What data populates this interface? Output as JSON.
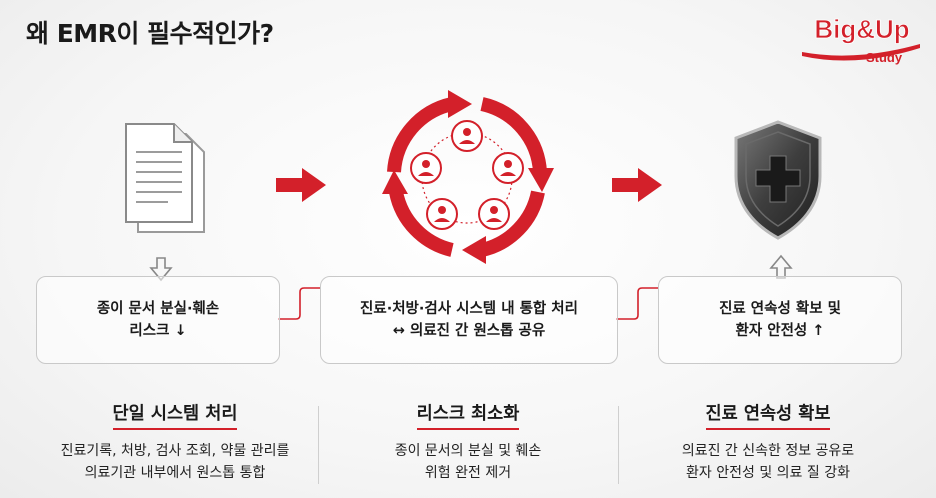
{
  "title": "왜 EMR이 필수적인가?",
  "logo": {
    "line1": "Big&Up",
    "line2": "Study"
  },
  "colors": {
    "accent": "#d3202a",
    "text": "#1a1a1a",
    "border": "#c9c9c9"
  },
  "icons": {
    "left": "documents-icon",
    "center": "staff-cycle-icon",
    "right": "shield-cross-icon"
  },
  "cards": {
    "left": {
      "line1": "종이 문서 분실·훼손",
      "line2": "리스크 ↓"
    },
    "mid": {
      "line1": "진료·처방·검사 시스템 내 통합 처리",
      "line2": "↔ 의료진 간 원스톱 공유"
    },
    "right": {
      "line1": "진료 연속성 확보 및",
      "line2": "환자 안전성 ↑"
    }
  },
  "columns": [
    {
      "heading": "단일 시스템 처리",
      "line1": "진료기록, 처방, 검사 조회, 약물 관리를",
      "line2": "의료기관 내부에서 원스톱 통합"
    },
    {
      "heading": "리스크 최소화",
      "line1": "종이 문서의 분실 및 훼손",
      "line2": "위험 완전 제거"
    },
    {
      "heading": "진료 연속성 확보",
      "line1": "의료진 간 신속한 정보 공유로",
      "line2": "환자 안전성 및 의료 질 강화"
    }
  ]
}
